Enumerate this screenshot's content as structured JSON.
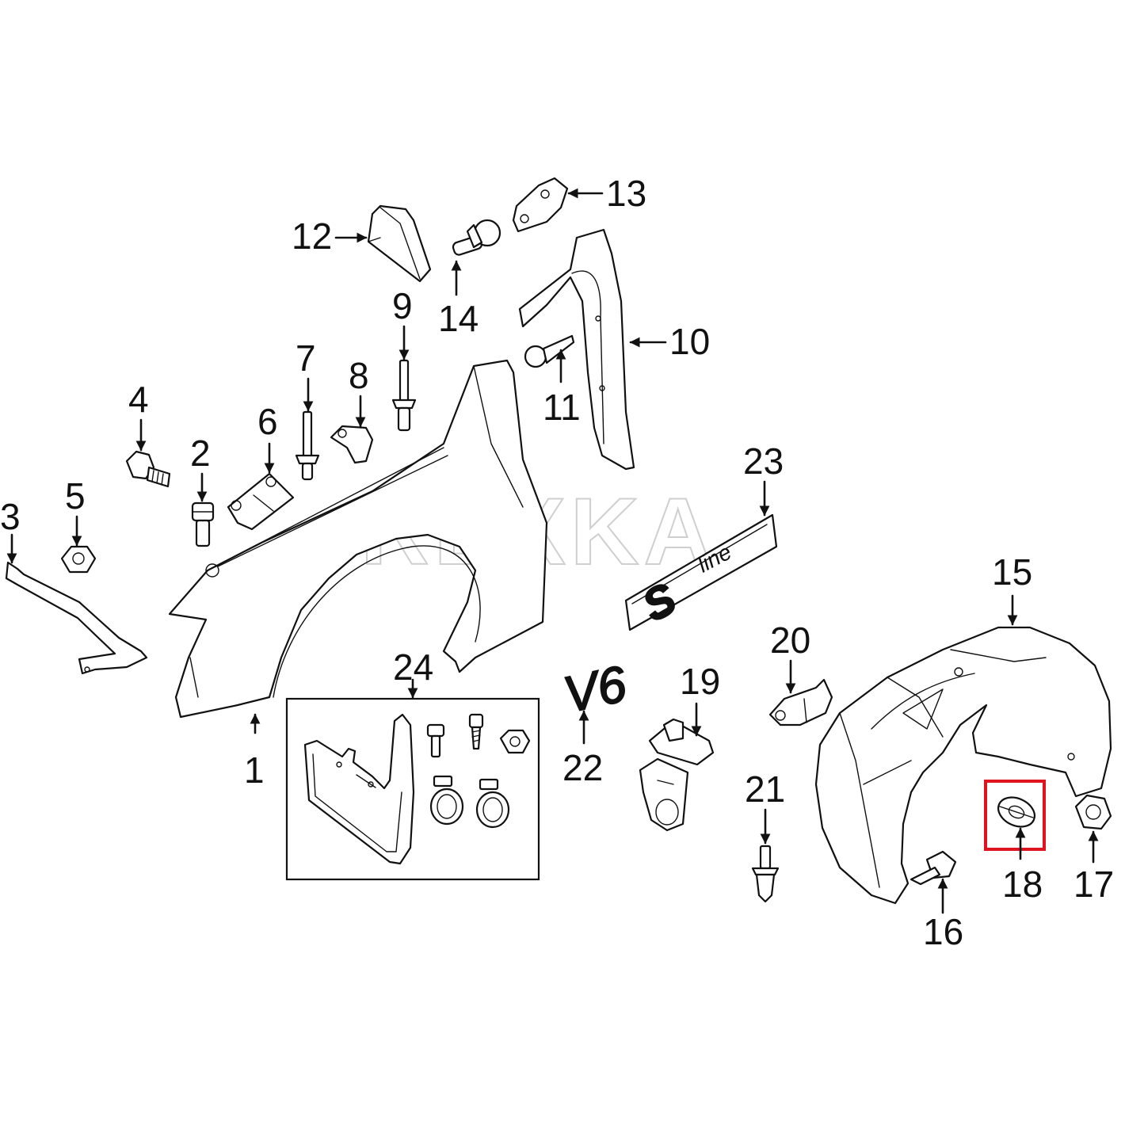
{
  "watermark": "REXKA",
  "badges": {
    "sline_s": "S",
    "sline_text": "line",
    "v6": "V6"
  },
  "highlight": {
    "part": "18",
    "color": "#e0141e"
  },
  "callouts": {
    "c1": "1",
    "c2": "2",
    "c3": "3",
    "c4": "4",
    "c5": "5",
    "c6": "6",
    "c7": "7",
    "c8": "8",
    "c9": "9",
    "c10": "10",
    "c11": "11",
    "c12": "12",
    "c13": "13",
    "c14": "14",
    "c15": "15",
    "c16": "16",
    "c17": "17",
    "c18": "18",
    "c19": "19",
    "c20": "20",
    "c21": "21",
    "c22": "22",
    "c23": "23",
    "c24": "24"
  }
}
